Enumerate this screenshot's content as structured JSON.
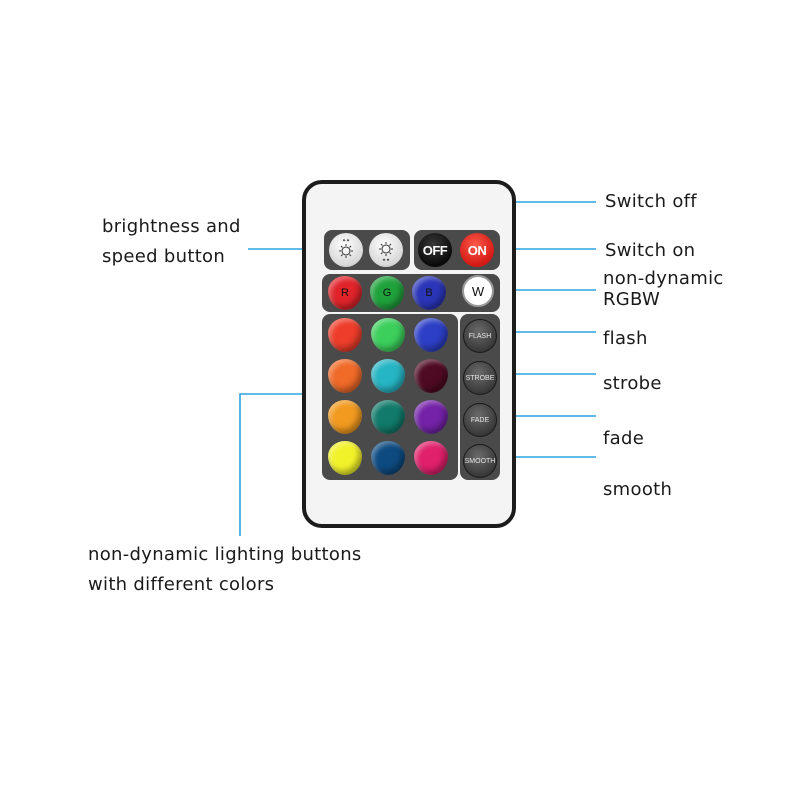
{
  "labels": {
    "brightness": [
      "brightness  and",
      "speed button"
    ],
    "switch_off": "Switch off",
    "switch_on": "Switch on",
    "rgbw": [
      "non-dynamic",
      "RGBW"
    ],
    "flash": "flash",
    "strobe": "strobe",
    "fade": "fade",
    "smooth": "smooth",
    "lighting": [
      "non-dynamic  lighting  buttons",
      "with different colors"
    ]
  },
  "remote": {
    "off_label": "OFF",
    "on_label": "ON",
    "rgbw_buttons": [
      {
        "label": "R",
        "color": "#e0242a"
      },
      {
        "label": "G",
        "color": "#1fa23c"
      },
      {
        "label": "B",
        "color": "#2a35b8"
      },
      {
        "label": "W",
        "color": "#ffffff"
      }
    ],
    "function_buttons": [
      "FLASH",
      "STROBE",
      "FADE",
      "SMOOTH"
    ],
    "color_grid": [
      [
        "#ee3d2a",
        "#3ccf5c",
        "#2c3fc6"
      ],
      [
        "#f06a28",
        "#26b5c4",
        "#4e0a22"
      ],
      [
        "#f29a1f",
        "#117a6a",
        "#7422a8"
      ],
      [
        "#f2f22a",
        "#0d4a80",
        "#e0206a"
      ]
    ],
    "accent_color": "#2ea3e0"
  }
}
